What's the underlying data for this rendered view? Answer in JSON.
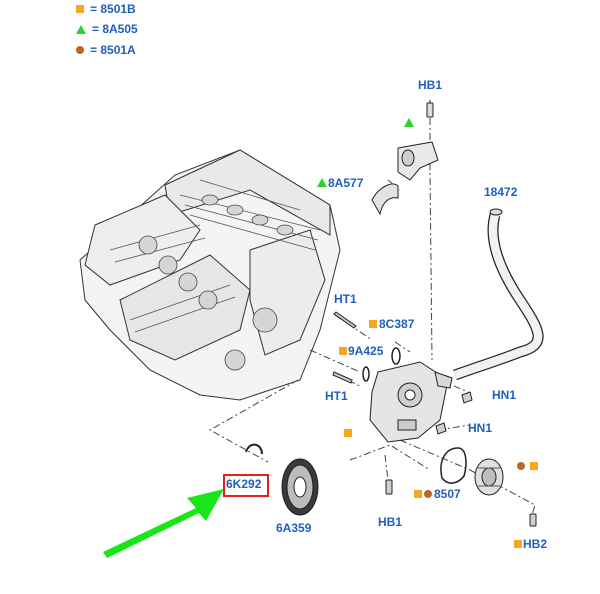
{
  "legend": [
    {
      "marker": "square",
      "color": "#f5a623",
      "text": "= 8501B"
    },
    {
      "marker": "triangle",
      "color": "#2fcf2f",
      "text": "= 8A505"
    },
    {
      "marker": "circle",
      "color": "#b8681f",
      "text": "= 8501A"
    }
  ],
  "labels": {
    "hb1_top": "HB1",
    "a8a577": "8A577",
    "p18472": "18472",
    "ht1_upper": "HT1",
    "c8c387": "8C387",
    "a9a425": "9A425",
    "ht1_lower": "HT1",
    "hn1_upper": "HN1",
    "hn1_lower": "HN1",
    "k6k292": "6K292",
    "a6a359": "6A359",
    "hb1_bottom": "HB1",
    "p8507": "8507",
    "hb2": "HB2"
  },
  "colors": {
    "label_blue": "#1f5fbf",
    "orange_square": "#f5a623",
    "green_triangle": "#2fcf2f",
    "brown_circle": "#b8681f",
    "highlight_red": "#e0201e",
    "arrow_green": "#19e619"
  },
  "highlighted_part": "6K292"
}
